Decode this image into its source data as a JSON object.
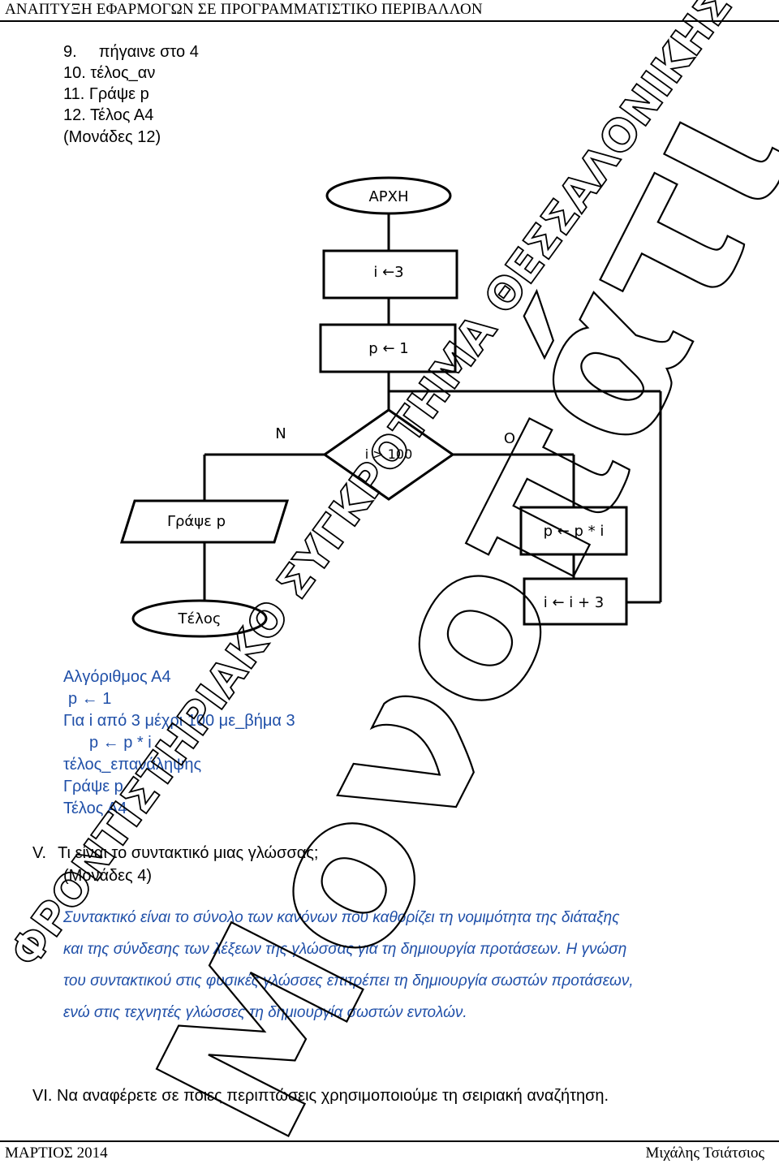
{
  "header": {
    "title": "ΑΝΑΠΤΥΞΗ ΕΦΑΡΜΟΓΩΝ ΣΕ ΠΡΟΓΡΑΜΜΑΤΙΣΤΙΚΟ ΠΕΡΙΒΑΛΛΟΝ"
  },
  "steps": [
    {
      "num": "9.",
      "text": "πήγαινε στο 4"
    },
    {
      "num": "10.",
      "text": "τέλος_αν"
    },
    {
      "num": "11.",
      "text": "Γράψε p"
    },
    {
      "num": "12.",
      "text": "Τέλος Α4"
    }
  ],
  "marks_q4": "(Μονάδες 12)",
  "flowchart": {
    "start": "ΑΡΧΗ",
    "assign_i": "i ←3",
    "assign_p": "p ← 1",
    "condition": "i > 100",
    "no_label": "Ν",
    "yes_label": "Ο",
    "output": "Γράψε p",
    "end": "Τέλος",
    "multiply": "p ← p * i",
    "increment": "i ← i + 3"
  },
  "algorithm": {
    "lines": [
      "Αλγόριθμος Α4",
      "p ← 1",
      "Για i από 3 μέχρι 100 με_βήμα 3",
      "p ← p * i",
      "τέλος_επανάληψης",
      "Γράψε p",
      "Τέλος Α4"
    ]
  },
  "question_v": {
    "num": "V.",
    "text": "Τι είναι το συντακτικό μιας γλώσσας;",
    "marks": "(Μονάδες 4)",
    "answer_lines": [
      "Συντακτικό είναι το σύνολο των κανόνων που καθορίζει τη νομιμότητα της διάταξης",
      "και της σύνδεσης των λέξεων της γλώσσας για τη δημιουργία προτάσεων. Η γνώση",
      "του συντακτικού στις φυσικές γλώσσες επιτρέπει τη δημιουργία σωστών προτάσεων,",
      "ενώ στις τεχνητές γλώσσες τη δημιουργία σωστών εντολών."
    ]
  },
  "question_vi": {
    "num": "VI.",
    "text": "Να αναφέρετε σε ποιες περιπτώσεις χρησιμοποιούμε τη σειριακή αναζήτηση."
  },
  "watermark": {
    "large": "Μονοπάτι",
    "small": "ΦΡΟΝΤΙΣΤΗΡΙΑΚΟ ΣΥΓΚΡΟΤΗΜΑ ΘΕΣΣΑΛΟΝΙΚΗΣ"
  },
  "footer": {
    "left": "ΜΑΡΤΙΟΣ 2014",
    "right": "Μιχάλης Τσιάτσιος"
  },
  "colors": {
    "answer_text": "#1f4fa8",
    "line": "#000000"
  }
}
